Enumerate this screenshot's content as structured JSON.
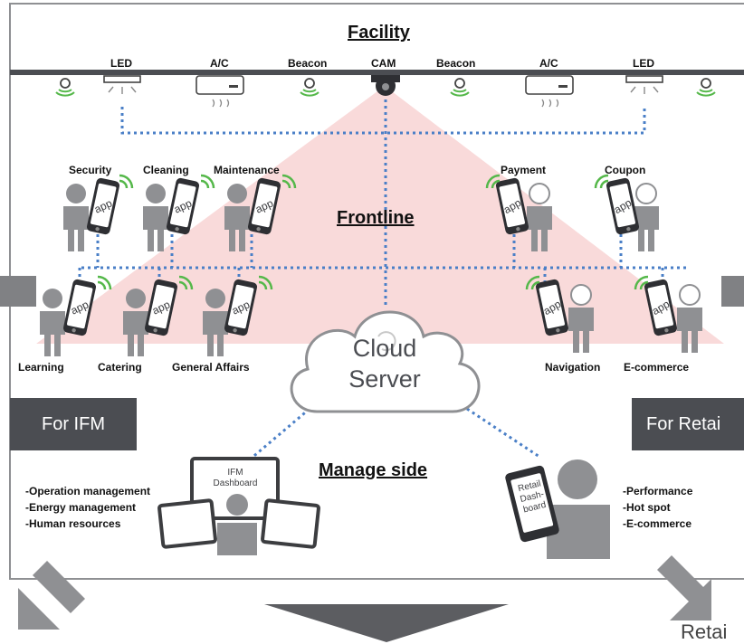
{
  "facility": {
    "title": "Facility",
    "devices": [
      "LED",
      "A/C",
      "Beacon",
      "CAM",
      "Beacon",
      "A/C",
      "LED"
    ]
  },
  "frontline": {
    "title": "Frontline",
    "ifm_top": [
      "Security",
      "Cleaning",
      "Maintenance"
    ],
    "ifm_bottom": [
      "Learning",
      "Catering",
      "General Affairs"
    ],
    "retail_top": [
      "Payment",
      "Coupon"
    ],
    "retail_bottom": [
      "Navigation",
      "E-commerce"
    ],
    "app_label": "app"
  },
  "cloud": {
    "line1": "Cloud",
    "line2": "Server"
  },
  "ifm": {
    "banner": "For IFM",
    "dashboard_label": "IFM\nDashboard",
    "items": [
      "-Operation management",
      "-Energy management",
      "-Human resources"
    ]
  },
  "retail": {
    "banner": "For Retai",
    "dashboard_label": "Retail Dash-board",
    "dash_line1": "Retail",
    "dash_line2": "Dash-",
    "dash_line3": "board",
    "items": [
      "-Performance",
      "-Hot spot",
      "-E-commerce"
    ],
    "bottom_cut_label": "Retai"
  },
  "manage": {
    "title": "Manage side"
  },
  "ifm_dash": {
    "line1": "IFM",
    "line2": "Dashboard"
  },
  "colors": {
    "accent_dots": "#4a7fc7",
    "wifi": "#55b84a",
    "banner": "#4b4d52",
    "triangle": "#f9dada",
    "gray": "#8f9093",
    "dark": "#3c3d40"
  }
}
